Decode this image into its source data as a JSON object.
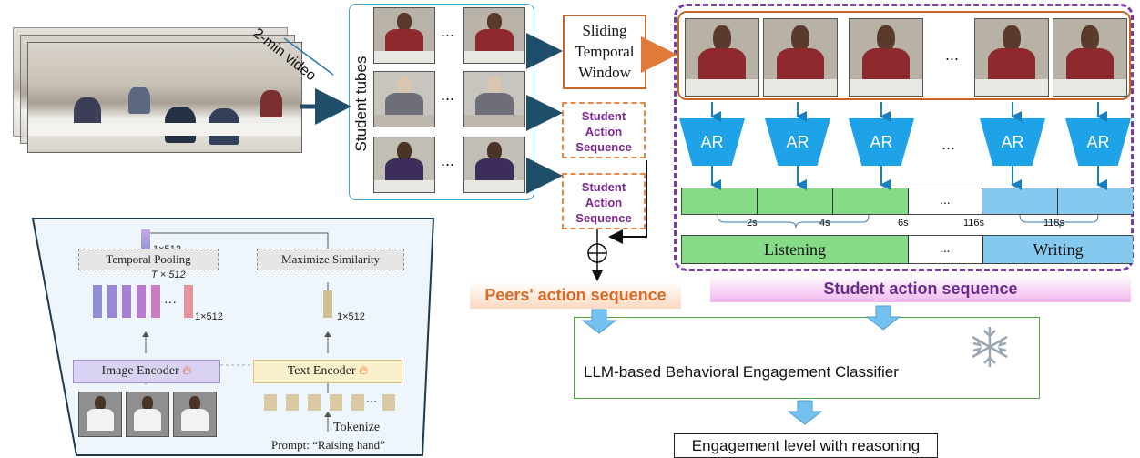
{
  "video": {
    "label": "2-min video"
  },
  "tubes": {
    "label": "Student tubes",
    "ellipsis": "..."
  },
  "boxes": {
    "sliding_window": [
      "Sliding",
      "Temporal",
      "Window"
    ],
    "student_action_seq_1": [
      "Student",
      "Action",
      "Sequence"
    ],
    "student_action_seq_2": [
      "Student",
      "Action",
      "Sequence"
    ]
  },
  "ar": {
    "label": "AR",
    "ellipsis": "..."
  },
  "timeline": {
    "ticks": [
      "2s",
      "4s",
      "6s",
      "116s",
      "118s"
    ],
    "ellipsis": "...",
    "actions": [
      "Listening",
      "...",
      "Writing"
    ]
  },
  "labels": {
    "peers": "Peers' action sequence",
    "student": "Student action sequence",
    "classifier": "LLM-based Behavioral Engagement Classifier",
    "output": "Engagement level with reasoning"
  },
  "panel": {
    "dim_top": "1×512",
    "temporal_pooling": "Temporal Pooling",
    "maximize_similarity": "Maximize Similarity",
    "t_dim": "T × 512",
    "img_dim": "1×512",
    "txt_dim": "1×512",
    "image_encoder": "Image Encoder",
    "text_encoder": "Text Encoder",
    "tokenize": "Tokenize",
    "prompt": "Prompt: “Raising hand”"
  },
  "colors": {
    "dark_blue": "#1f4e6b",
    "orange": "#e07a3a",
    "purple": "#7a3ea0",
    "green": "#7ed67e",
    "light_blue": "#7ec8ee",
    "ar_blue": "#1ea3e8"
  }
}
